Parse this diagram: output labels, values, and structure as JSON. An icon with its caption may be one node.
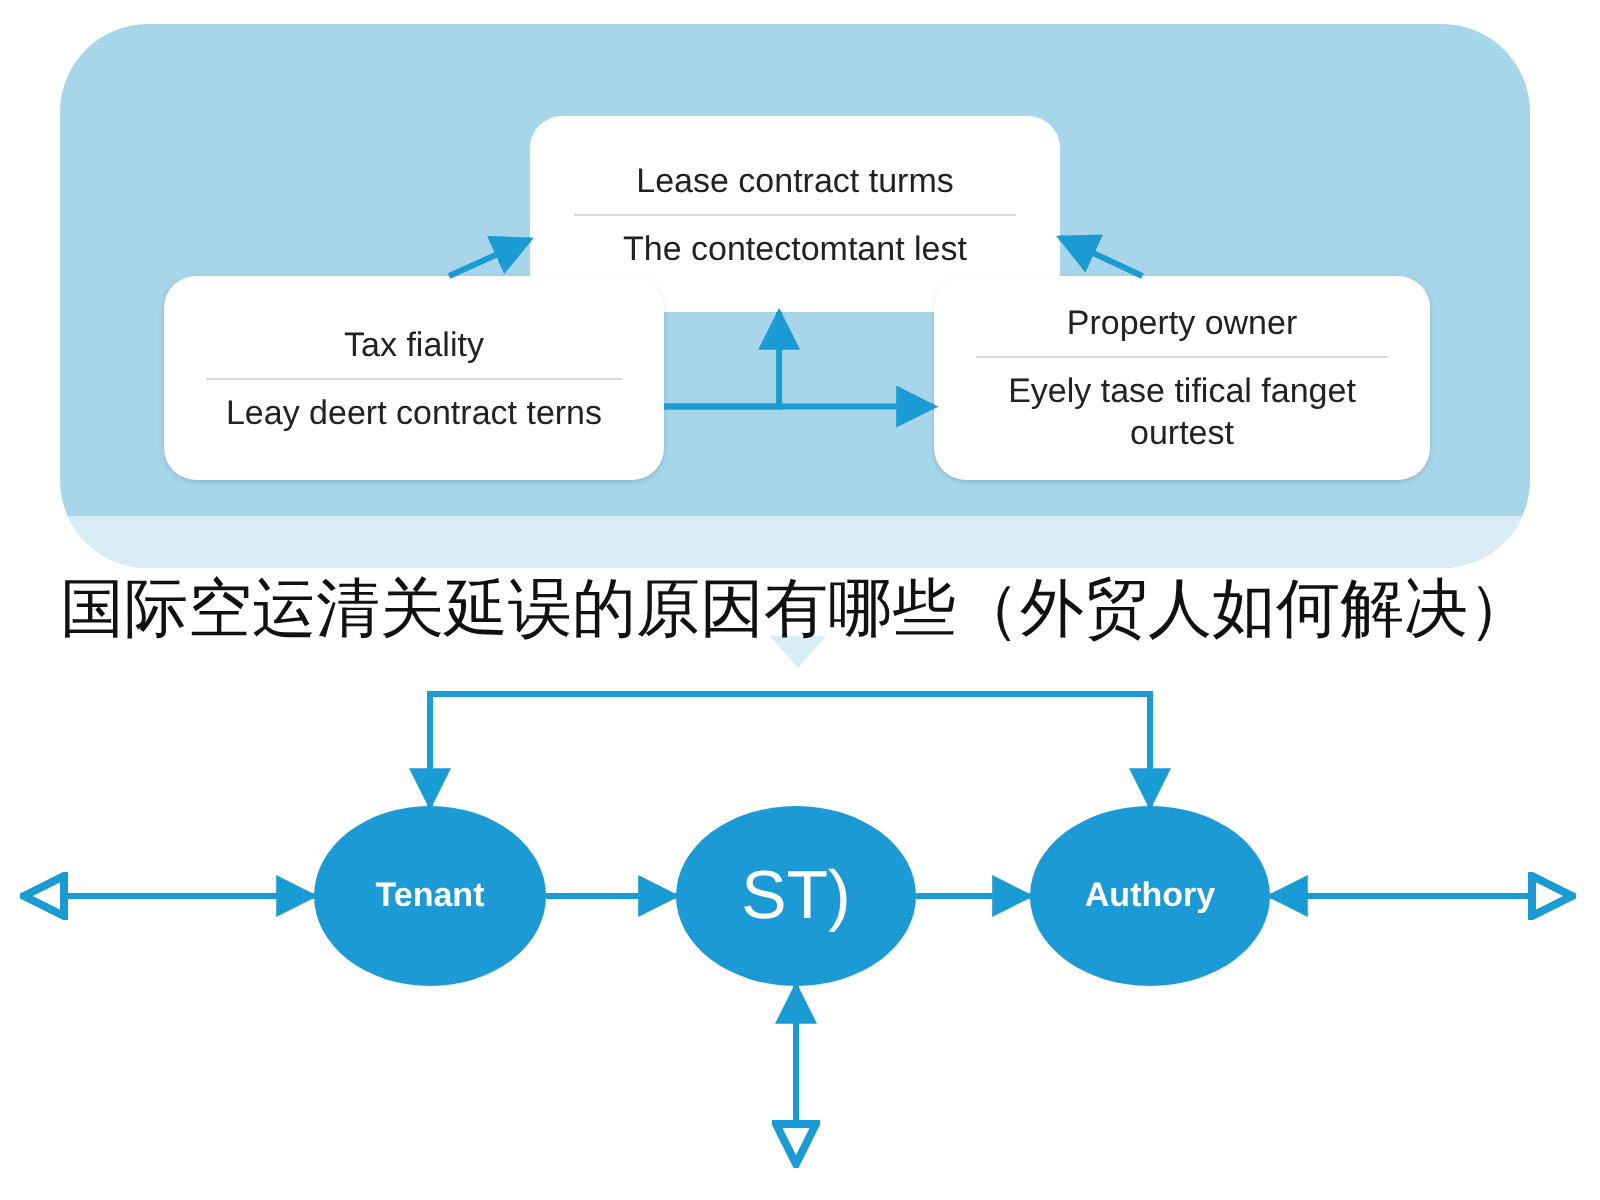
{
  "diagram": {
    "title": "国际空运清关延误的原因有哪些（外贸人如何解决）",
    "nodes": [
      {
        "text": [],
        "shape": "box"
      },
      {
        "text": [
          "Lease contract turms",
          "The contectomtant lest"
        ],
        "in": 0
      },
      {
        "text": [
          "Tax fiality",
          "Leay deert contract terns"
        ],
        "in": 0
      },
      {
        "text": [
          "Property owner",
          "Eyely tase tifical fanget ourtest"
        ],
        "in": 0
      },
      {
        "text": [
          "Tenant"
        ]
      },
      {
        "text": [
          "ST)"
        ]
      },
      {
        "text": [
          "Authory"
        ]
      }
    ],
    "edges": [
      {
        "from": 2,
        "to": 1,
        "arrow": "to"
      },
      {
        "from": 2,
        "to": 1,
        "arrow": "to"
      },
      {
        "from": 2,
        "to": 3,
        "arrow": "to"
      },
      {
        "from": 3,
        "to": 1,
        "arrow": "to"
      },
      {
        "from": null,
        "to": 4,
        "arrow": "both"
      },
      {
        "from": 4,
        "to": 5,
        "arrow": "to"
      },
      {
        "from": 5,
        "to": 6,
        "arrow": "to"
      },
      {
        "from": 6,
        "to": null,
        "arrow": "both"
      },
      {
        "from": 5,
        "to": null,
        "arrow": "both"
      },
      {
        "from": 4,
        "to": 6,
        "arrow": "both"
      }
    ]
  }
}
